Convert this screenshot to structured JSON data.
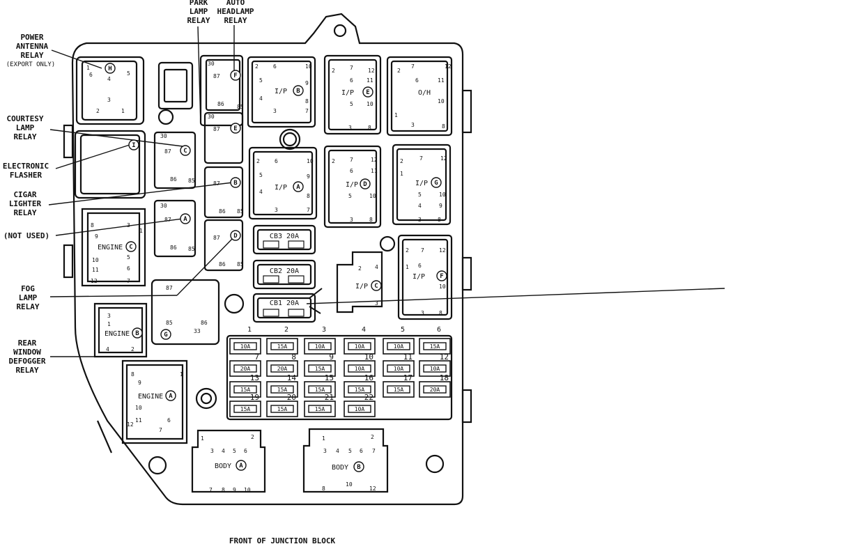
{
  "caption": "FRONT OF JUNCTION BLOCK",
  "callouts": {
    "power_antenna": "POWER\nANTENNA\nRELAY",
    "export_only": "(EXPORT ONLY)",
    "courtesy_lamp": "COURTESY\nLAMP\nRELAY",
    "electronic_flasher": "ELECTRONIC\nFLASHER",
    "cigar_lighter": "CIGAR\nLIGHTER\nRELAY",
    "not_used": "(NOT USED)",
    "fog_lamp": "FOG\nLAMP\nRELAY",
    "rear_window": "REAR\nWINDOW\nDEFOGGER\nRELAY",
    "park_lamp": "PARK\nLAMP\nRELAY",
    "auto_headlamp": "AUTO\nHEADLAMP\nRELAY"
  },
  "circuit_breakers": [
    "CB3 20A",
    "CB2 20A",
    "CB1 20A"
  ],
  "connectors": {
    "ip_b": "I/P",
    "ip_e": "I/P",
    "oh": "O/H",
    "ip_a": "I/P",
    "ip_d": "I/P",
    "ip_g": "I/P",
    "ip_c": "I/P",
    "ip_f": "I/P",
    "engine_c": "ENGINE",
    "engine_b": "ENGINE",
    "engine_a": "ENGINE",
    "body_a": "BODY",
    "body_b": "BODY"
  },
  "fuse_columns": [
    "1",
    "2",
    "3",
    "4",
    "5",
    "6"
  ],
  "fuses": [
    {
      "amp": "10A",
      "num": ""
    },
    {
      "amp": "15A",
      "num": ""
    },
    {
      "amp": "10A",
      "num": ""
    },
    {
      "amp": "10A",
      "num": ""
    },
    {
      "amp": "10A",
      "num": ""
    },
    {
      "amp": "15A",
      "num": ""
    },
    {
      "amp": "20A",
      "num": "7"
    },
    {
      "amp": "20A",
      "num": "8"
    },
    {
      "amp": "15A",
      "num": "9"
    },
    {
      "amp": "10A",
      "num": "10"
    },
    {
      "amp": "10A",
      "num": "11"
    },
    {
      "amp": "10A",
      "num": "12"
    },
    {
      "amp": "15A",
      "num": "13"
    },
    {
      "amp": "15A",
      "num": "14"
    },
    {
      "amp": "15A",
      "num": "15"
    },
    {
      "amp": "15A",
      "num": "16"
    },
    {
      "amp": "15A",
      "num": "17"
    },
    {
      "amp": "20A",
      "num": "18"
    },
    {
      "amp": "15A",
      "num": "19"
    },
    {
      "amp": "15A",
      "num": "20"
    },
    {
      "amp": "15A",
      "num": "21"
    },
    {
      "amp": "10A",
      "num": "22"
    }
  ]
}
